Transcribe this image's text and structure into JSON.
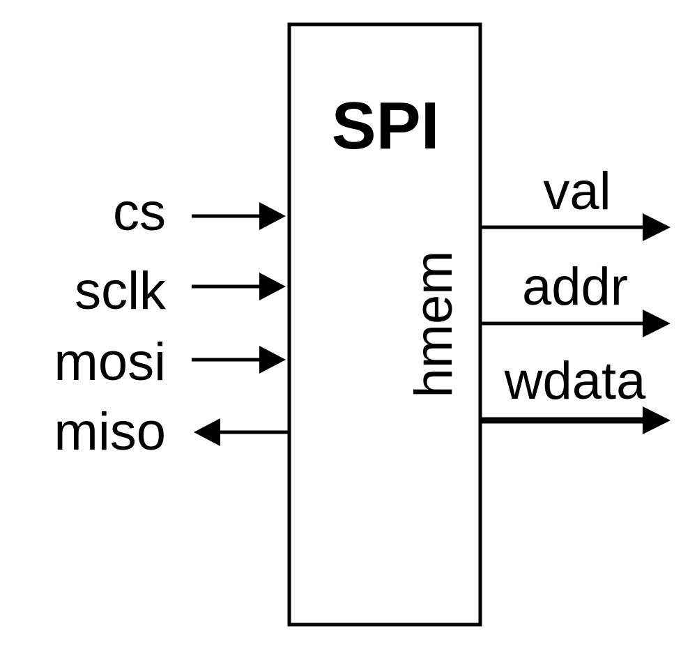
{
  "block": {
    "title": "SPI",
    "port_group": "hmem"
  },
  "inputs": [
    {
      "label": "cs",
      "direction": "in"
    },
    {
      "label": "sclk",
      "direction": "in"
    },
    {
      "label": "mosi",
      "direction": "in"
    },
    {
      "label": "miso",
      "direction": "out"
    }
  ],
  "outputs": [
    {
      "label": "val",
      "bus": false
    },
    {
      "label": "addr",
      "bus": false
    },
    {
      "label": "wdata",
      "bus": true
    }
  ],
  "colors": {
    "stroke": "#000000",
    "background": "#ffffff"
  }
}
